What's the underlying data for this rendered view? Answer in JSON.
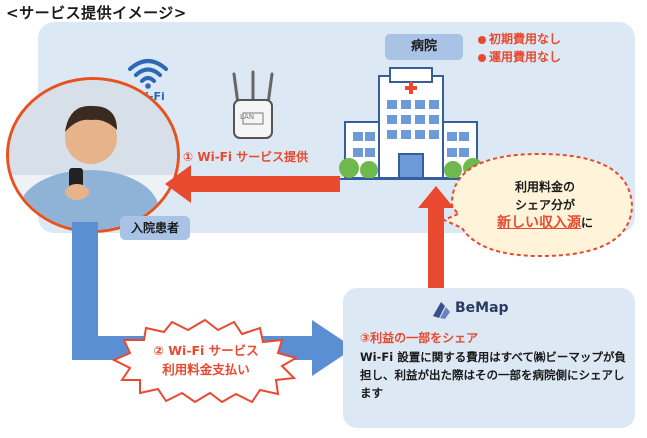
{
  "title": "<サービス提供イメージ>",
  "hospital": {
    "label": "病院",
    "benefits": [
      "初期費用なし",
      "運用費用なし"
    ]
  },
  "wifi_label": "Wi-Fi",
  "router_label": "LAN",
  "patient_label": "入院患者",
  "step1": "① Wi-Fi サービス提供",
  "step2": {
    "line1": "② Wi-Fi サービス",
    "line2": "利用料金支払い"
  },
  "revenue_bubble": {
    "line1": "利用料金の",
    "line2": "シェア分が",
    "emphasis": "新しい収入源",
    "suffix": "に"
  },
  "bemap": {
    "name": "BeMap",
    "step3": "③利益の一部をシェア",
    "description": "Wi-Fi 設置に関する費用はすべて㈱ビーマップが負担し、利益が出た際はその一部を病院側にシェアします"
  },
  "colors": {
    "accent_red": "#e8492f",
    "panel_blue": "#dde8f5",
    "arrow_blue": "#5b8fd3",
    "label_blue": "#a9c3e6"
  }
}
